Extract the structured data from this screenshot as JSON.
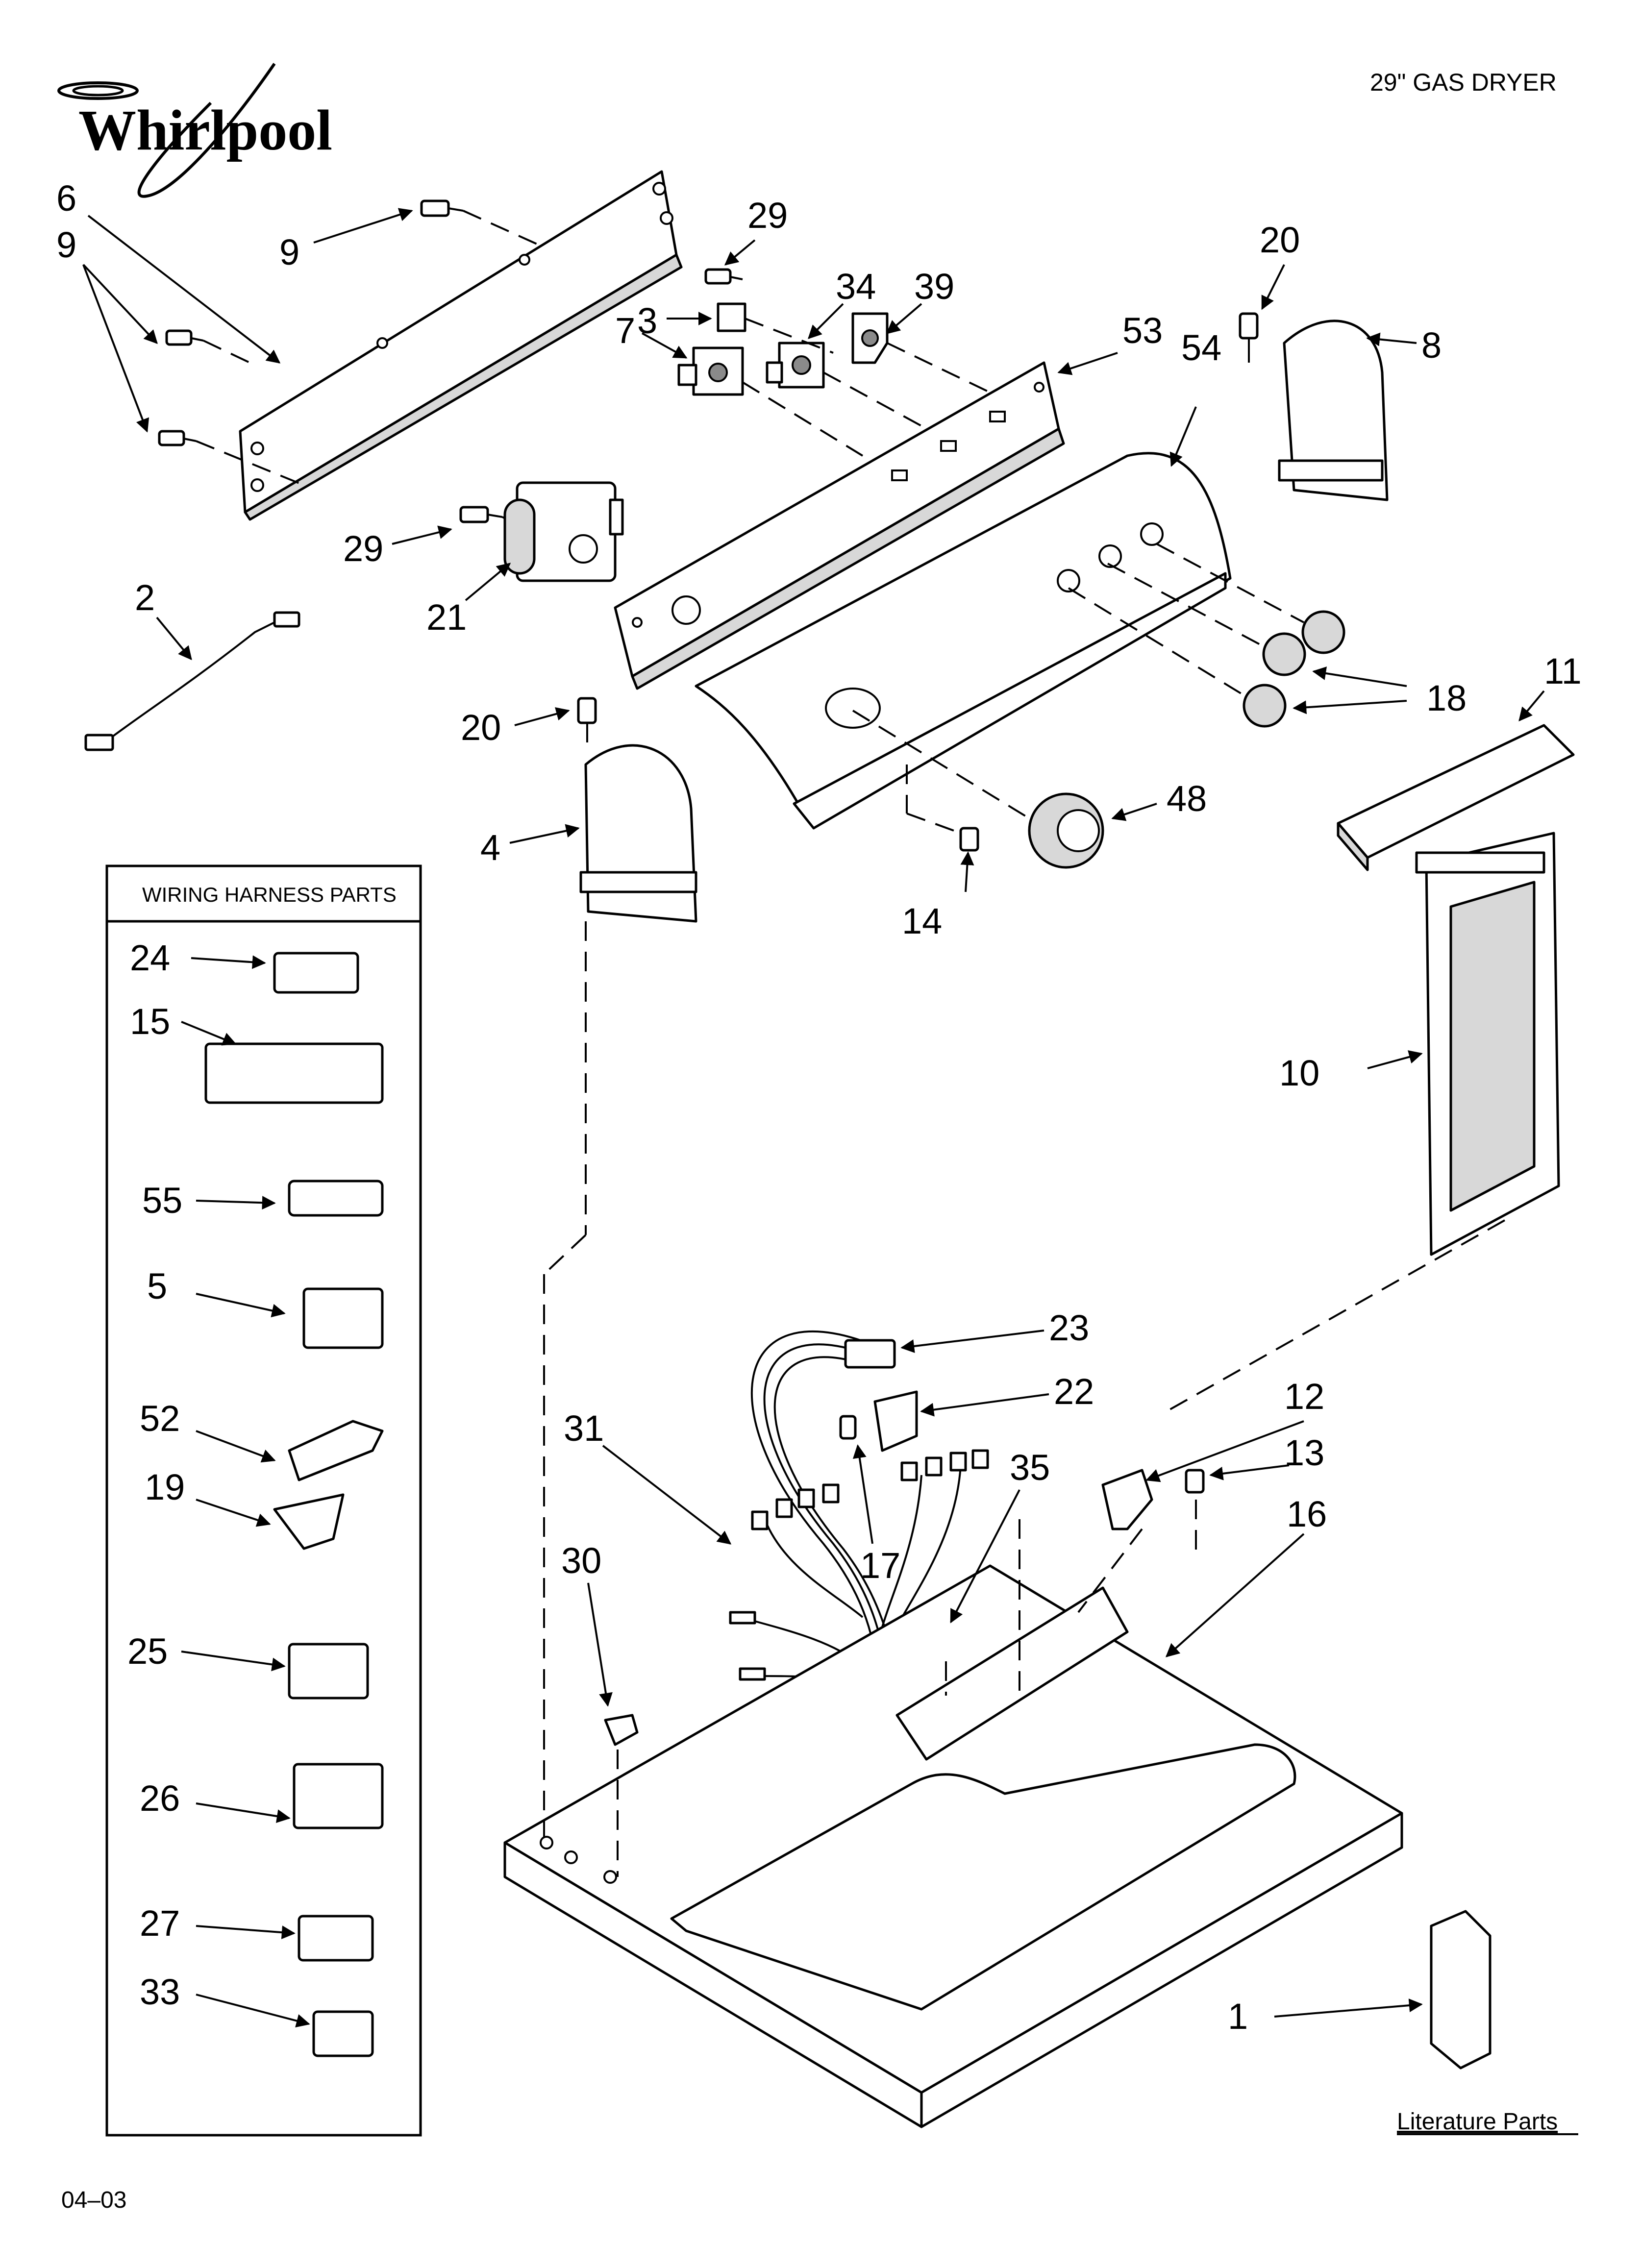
{
  "header": {
    "brand": "Whirlpool",
    "model_title": "29\" GAS DRYER"
  },
  "wiring_box": {
    "title": "WIRING HARNESS PARTS",
    "items": [
      "24",
      "15",
      "55",
      "5",
      "52",
      "19",
      "25",
      "26",
      "27",
      "33"
    ]
  },
  "callouts": {
    "c6": "6",
    "c9a": "9",
    "c9b": "9",
    "c29a": "29",
    "c29b": "29",
    "c3": "3",
    "c34": "34",
    "c39": "39",
    "c7": "7",
    "c53": "53",
    "c54": "54",
    "c20a": "20",
    "c20b": "20",
    "c8": "8",
    "c2": "2",
    "c21": "21",
    "c18": "18",
    "c11": "11",
    "c4": "4",
    "c48": "48",
    "c14": "14",
    "c10": "10",
    "c23": "23",
    "c22": "22",
    "c12": "12",
    "c13": "13",
    "c31": "31",
    "c35": "35",
    "c16": "16",
    "c30": "30",
    "c17": "17",
    "c1": "1"
  },
  "footer": {
    "literature": "Literature Parts",
    "date_code": "04–03"
  }
}
